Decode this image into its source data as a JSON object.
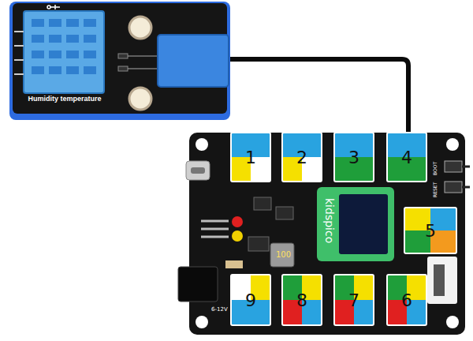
{
  "diagram": {
    "nodes": [
      {
        "text": [
          "Humidity temperature"
        ]
      },
      {
        "text": [
          "1"
        ]
      },
      {
        "text": [
          "2"
        ]
      },
      {
        "text": [
          "3"
        ]
      },
      {
        "text": [
          "4"
        ]
      },
      {
        "text": [
          "5"
        ]
      },
      {
        "text": [
          "kidspico"
        ]
      },
      {
        "text": [
          "9"
        ]
      },
      {
        "text": [
          "8"
        ]
      },
      {
        "text": [
          "7"
        ]
      },
      {
        "text": [
          "6"
        ]
      }
    ],
    "edges": [
      {
        "from": 0,
        "to": 4,
        "arrow": "none"
      }
    ],
    "labels": [
      "100",
      "6-12V",
      "BOOT",
      "RESET"
    ]
  }
}
